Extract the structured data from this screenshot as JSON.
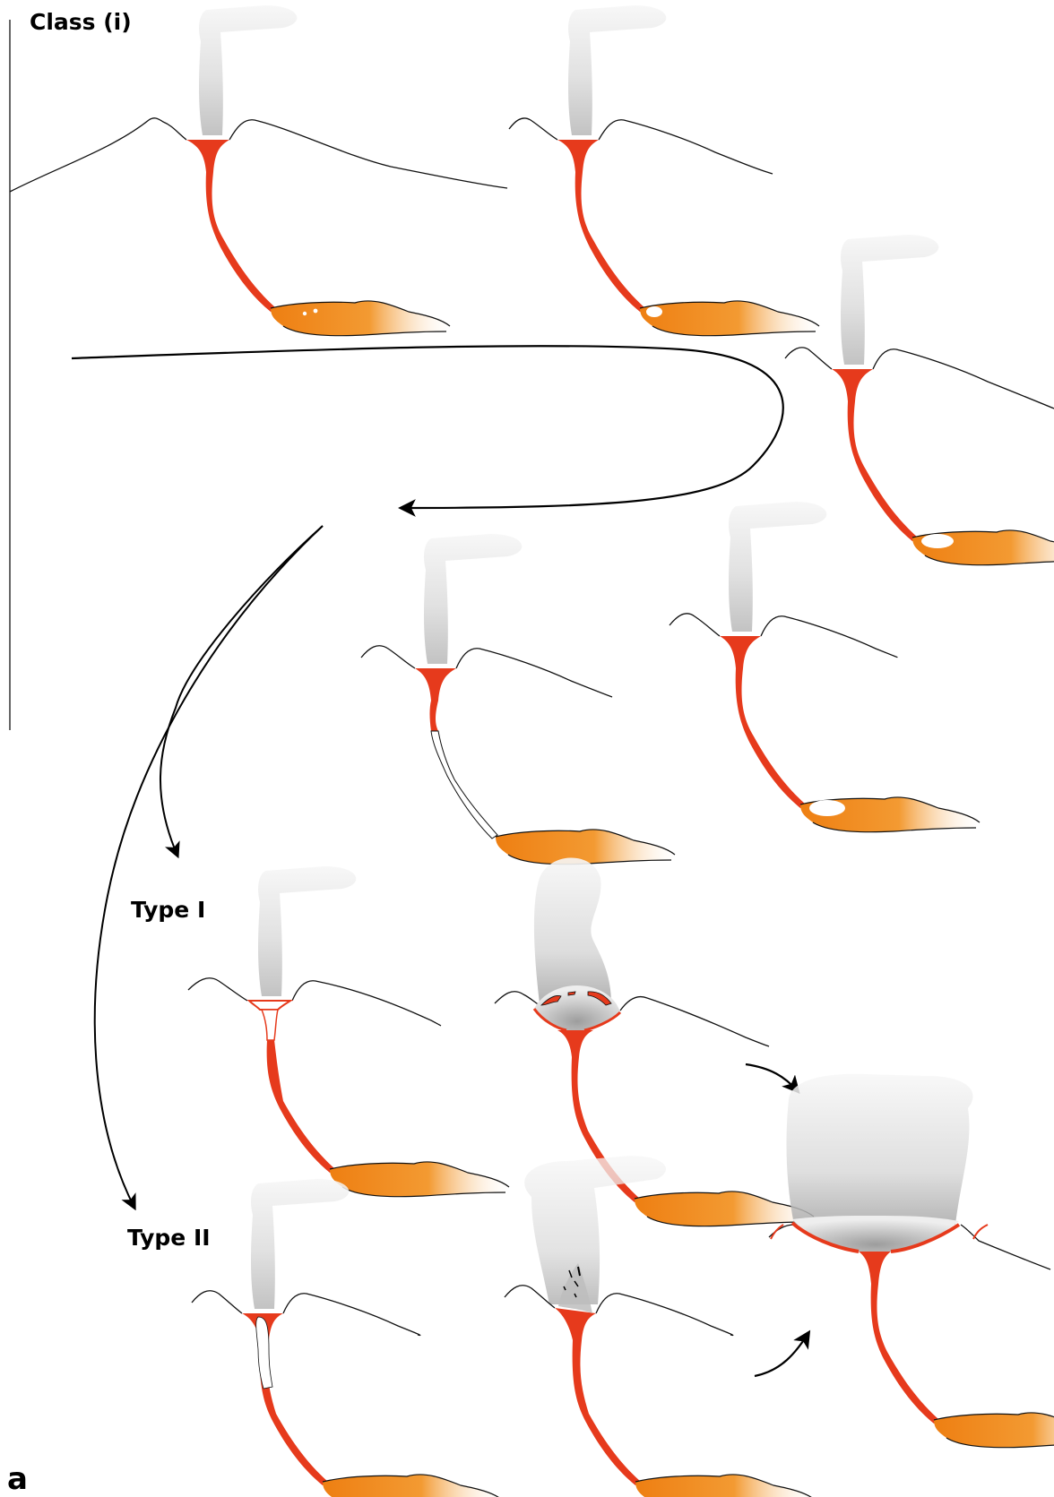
{
  "labels": {
    "class": "Class (i)",
    "type_one": "Type I",
    "type_two": "Type II",
    "panel": "a"
  },
  "colors": {
    "magma": "#e63a1c",
    "chamber_start": "#ee7f12",
    "outline": "#111111",
    "plume_dark": "#c4c4c4"
  },
  "stages": [
    {
      "id": "class-stage-1",
      "bubble": "dots",
      "plume": "small",
      "crater": "full",
      "bubble_count": 2
    },
    {
      "id": "class-stage-2",
      "bubble": "small-pocket",
      "plume": "small",
      "crater": "full"
    },
    {
      "id": "class-stage-3",
      "bubble": "large-pocket",
      "plume": "small",
      "crater": "full"
    },
    {
      "id": "class-stage-4",
      "bubble": "large-pocket",
      "plume": "small",
      "crater": "full"
    },
    {
      "id": "class-stage-5",
      "bubble": "conduit-gas-column",
      "plume": "small",
      "crater": "full"
    },
    {
      "id": "type-one-stage-1",
      "bubble": "crater-gas-cap",
      "plume": "small",
      "crater": "empty-lowered"
    },
    {
      "id": "type-one-stage-2",
      "bubble": "none",
      "plume": "big",
      "crater": "explosion-ejecta"
    },
    {
      "id": "type-two-stage-1",
      "bubble": "conduit-gas-slug",
      "plume": "small",
      "crater": "full"
    },
    {
      "id": "type-two-stage-2",
      "bubble": "none",
      "plume": "medium",
      "crater": "fragments"
    },
    {
      "id": "final-stage",
      "bubble": "none",
      "plume": "huge",
      "crater": "wide-explosion"
    }
  ]
}
